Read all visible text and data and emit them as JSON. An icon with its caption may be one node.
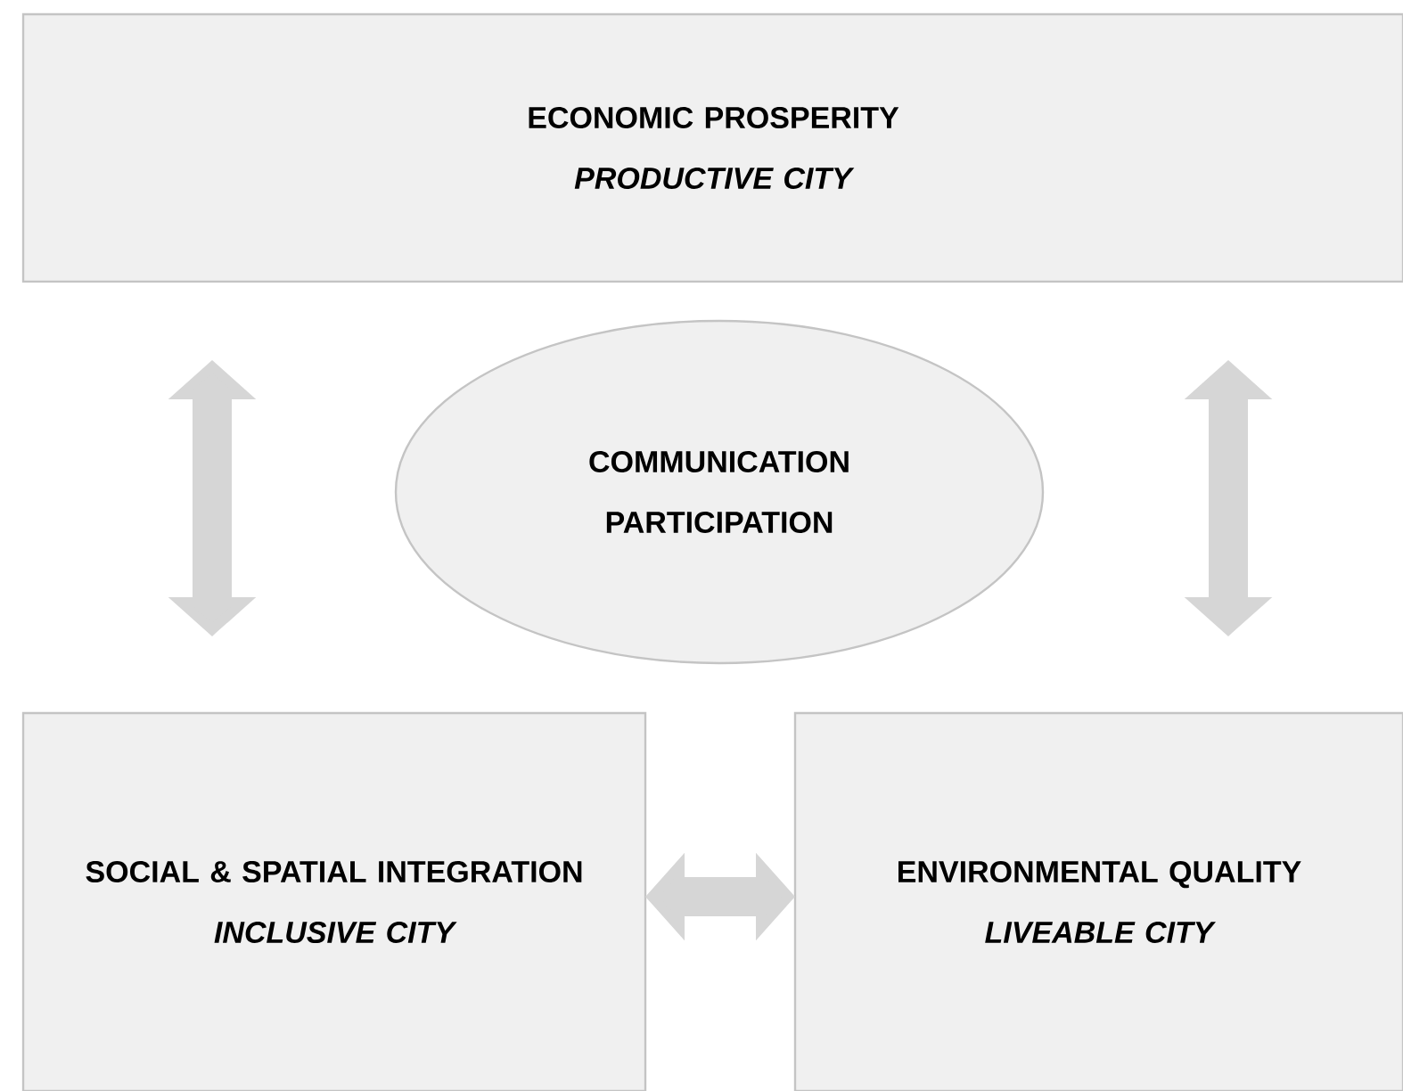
{
  "diagram": {
    "nodes": [
      {
        "text": [
          "ECONOMIC PROSPERITY",
          "PRODUCTIVE CITY"
        ]
      },
      {
        "text": [
          "COMMUNICATION",
          "PARTICIPATION"
        ]
      },
      {
        "text": [
          "SOCIAL & SPATIAL INTEGRATION",
          "INCLUSIVE CITY"
        ]
      },
      {
        "text": [
          "ENVIRONMENTAL QUALITY",
          "LIVEABLE CITY"
        ]
      }
    ],
    "edges": [
      {
        "from": 0,
        "to": 2,
        "arrow": "both"
      },
      {
        "from": 0,
        "to": 3,
        "arrow": "both"
      },
      {
        "from": 2,
        "to": 3,
        "arrow": "both"
      }
    ]
  }
}
